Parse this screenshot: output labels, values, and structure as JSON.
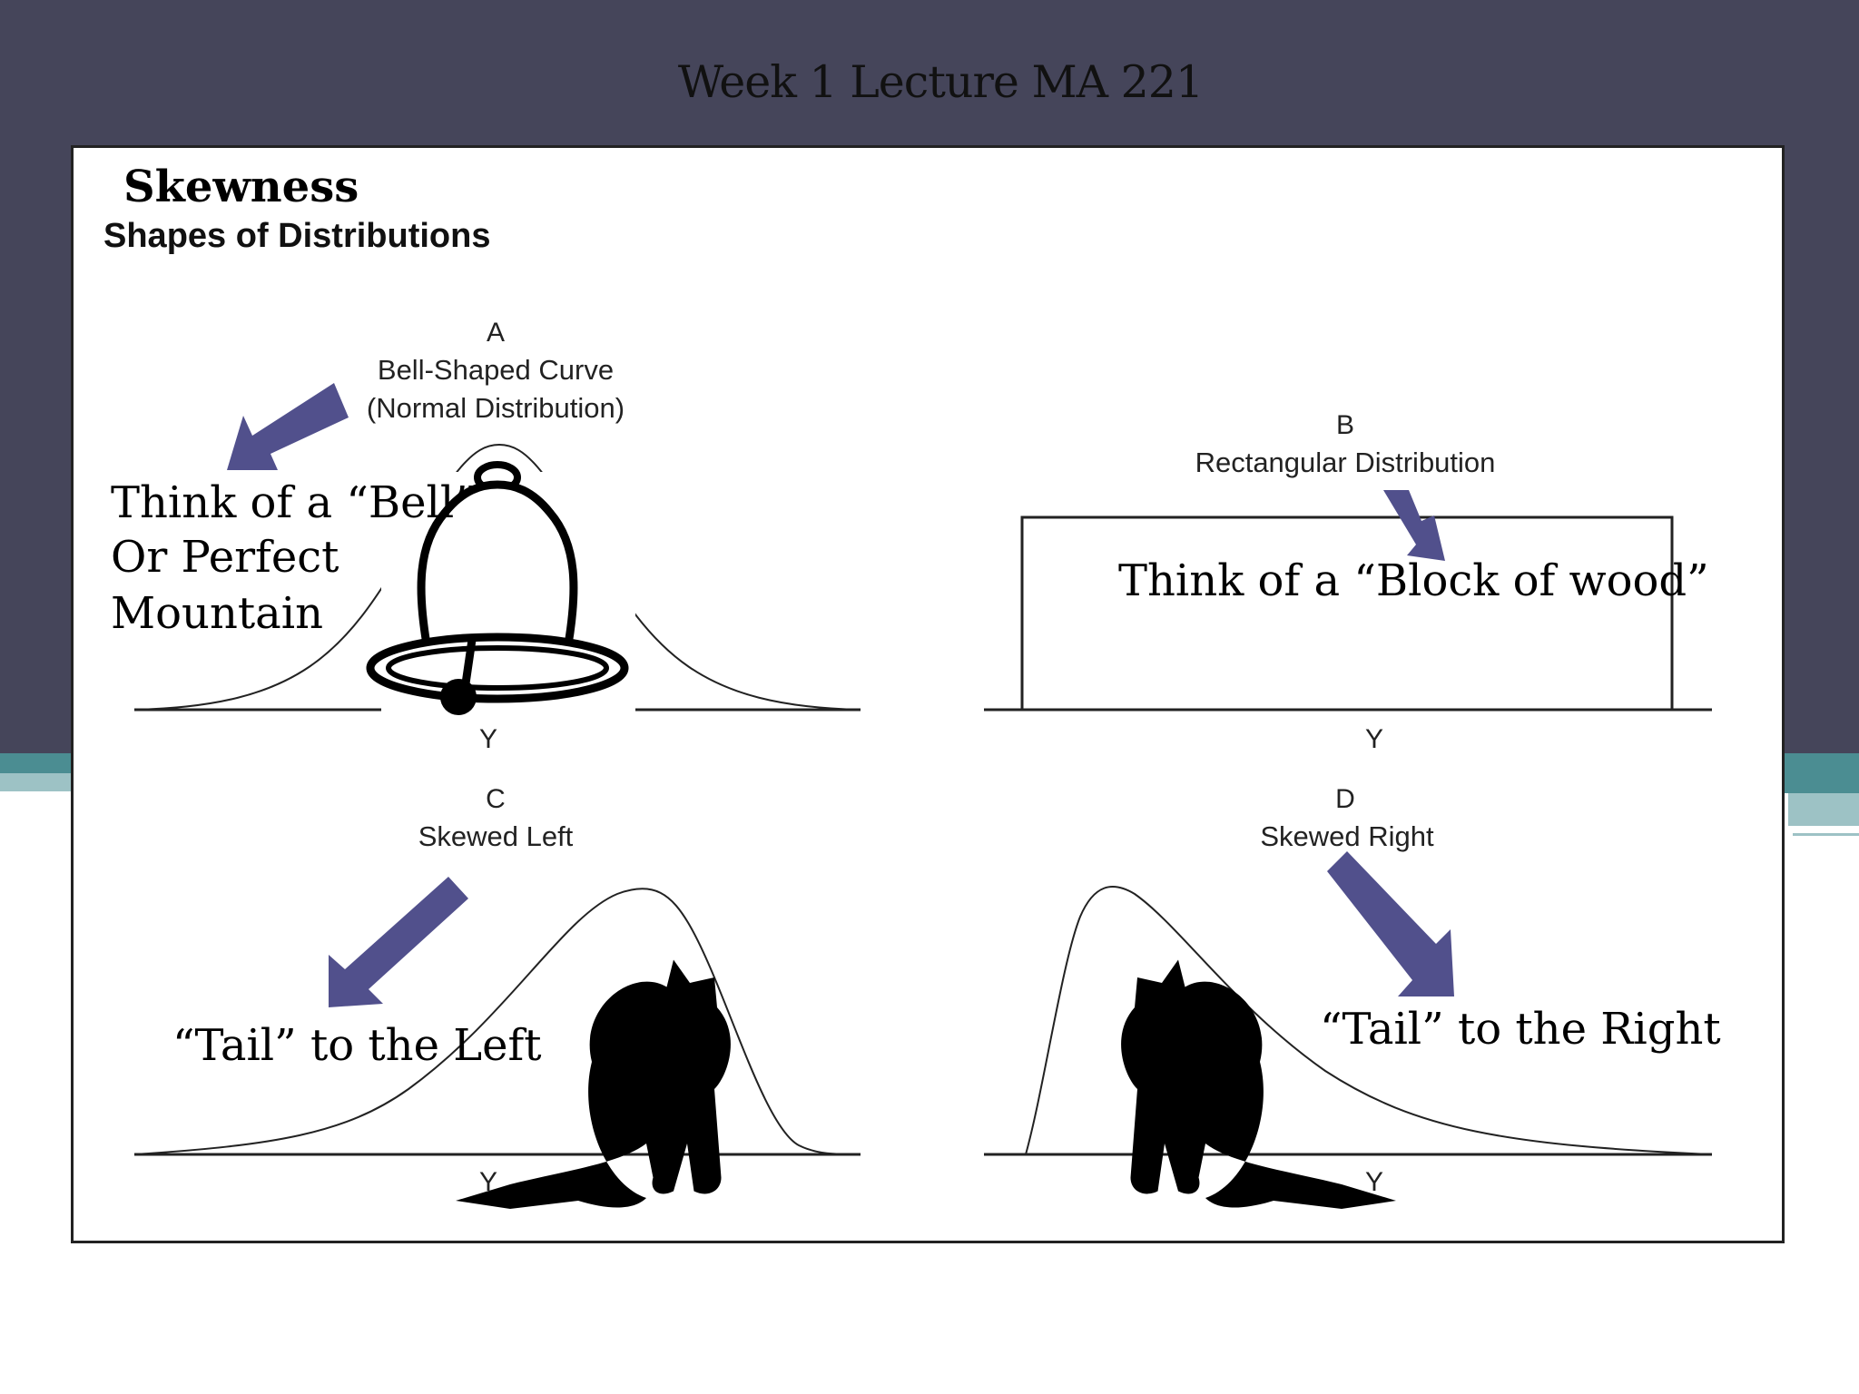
{
  "slide": {
    "title": "Week 1 Lecture MA 221",
    "heading": "Skewness",
    "subheading": "Shapes of Distributions"
  },
  "panels": {
    "a": {
      "letter": "A",
      "name_line1": "Bell-Shaped Curve",
      "name_line2": "(Normal Distribution)",
      "axis": "Y"
    },
    "b": {
      "letter": "B",
      "name": "Rectangular Distribution",
      "axis": "Y"
    },
    "c": {
      "letter": "C",
      "name": "Skewed Left",
      "axis": "Y"
    },
    "d": {
      "letter": "D",
      "name": "Skewed Right",
      "axis": "Y"
    }
  },
  "notes": {
    "bell_line1": "Think of a “Bell”",
    "bell_line2": "Or Perfect",
    "bell_line3": "Mountain",
    "block": "Think of a “Block of wood”",
    "tail_left": "“Tail” to the Left",
    "tail_right": "“Tail” to the Right"
  },
  "colors": {
    "background_band": "#45455a",
    "accent_teal": "#4b8d92",
    "arrow": "#51508c"
  },
  "icons": [
    "bell-icon",
    "cat-silhouette-icon",
    "arrow-icon"
  ]
}
